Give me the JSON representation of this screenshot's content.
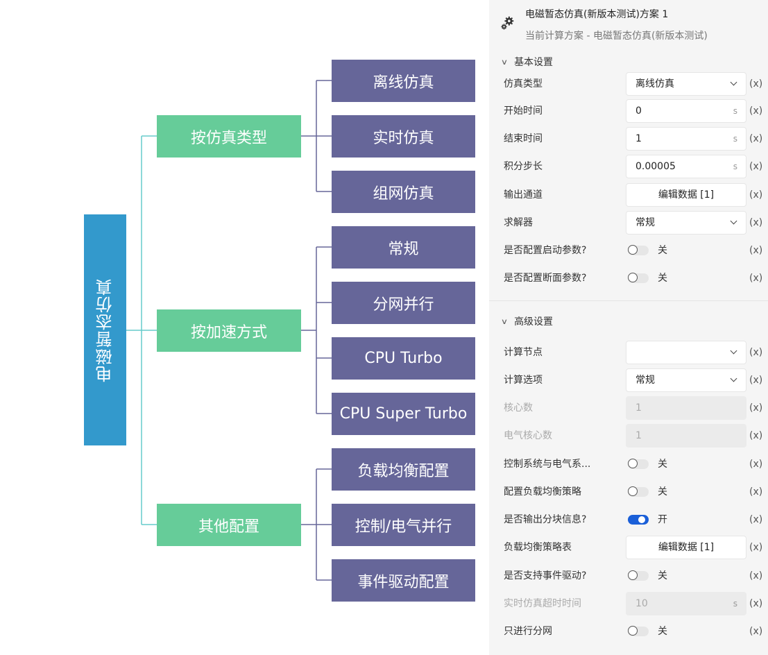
{
  "mindmap": {
    "root": "电磁暂态仿真",
    "groups": [
      {
        "label": "按仿真类型",
        "children": [
          "离线仿真",
          "实时仿真",
          "组网仿真"
        ]
      },
      {
        "label": "按加速方式",
        "children": [
          "常规",
          "分网并行",
          "CPU Turbo",
          "CPU Super Turbo"
        ]
      },
      {
        "label": "其他配置",
        "children": [
          "负载均衡配置",
          "控制/电气并行",
          "事件驱动配置"
        ]
      }
    ]
  },
  "panel": {
    "title": "电磁暂态仿真(新版本测试)方案 1",
    "subtitle": "当前计算方案 - 电磁暂态仿真(新版本测试)",
    "fx": "(x)",
    "basic": {
      "section_label": "基本设置",
      "sim_type": {
        "label": "仿真类型",
        "value": "离线仿真"
      },
      "start_time": {
        "label": "开始时间",
        "value": "0",
        "unit": "s"
      },
      "end_time": {
        "label": "结束时间",
        "value": "1",
        "unit": "s"
      },
      "step": {
        "label": "积分步长",
        "value": "0.00005",
        "unit": "s"
      },
      "output": {
        "label": "输出通道",
        "value": "编辑数据 [1]"
      },
      "solver": {
        "label": "求解器",
        "value": "常规"
      },
      "startup_params": {
        "label": "是否配置启动参数?",
        "state": "关"
      },
      "section_params": {
        "label": "是否配置断面参数?",
        "state": "关"
      }
    },
    "advanced": {
      "section_label": "高级设置",
      "compute_node": {
        "label": "计算节点",
        "value": ""
      },
      "compute_option": {
        "label": "计算选项",
        "value": "常规"
      },
      "cores": {
        "label": "核心数",
        "value": "1"
      },
      "elec_cores": {
        "label": "电气核心数",
        "value": "1"
      },
      "ctrl_elec": {
        "label": "控制系统与电气系...",
        "state": "关"
      },
      "load_balance": {
        "label": "配置负载均衡策略",
        "state": "关"
      },
      "block_info": {
        "label": "是否输出分块信息?",
        "state": "开"
      },
      "lb_table": {
        "label": "负载均衡策略表",
        "value": "编辑数据 [1]"
      },
      "event_driven": {
        "label": "是否支持事件驱动?",
        "state": "关"
      },
      "rt_timeout": {
        "label": "实时仿真超时时间",
        "value": "10",
        "unit": "s"
      },
      "partition_only": {
        "label": "只进行分网",
        "state": "关"
      }
    }
  }
}
